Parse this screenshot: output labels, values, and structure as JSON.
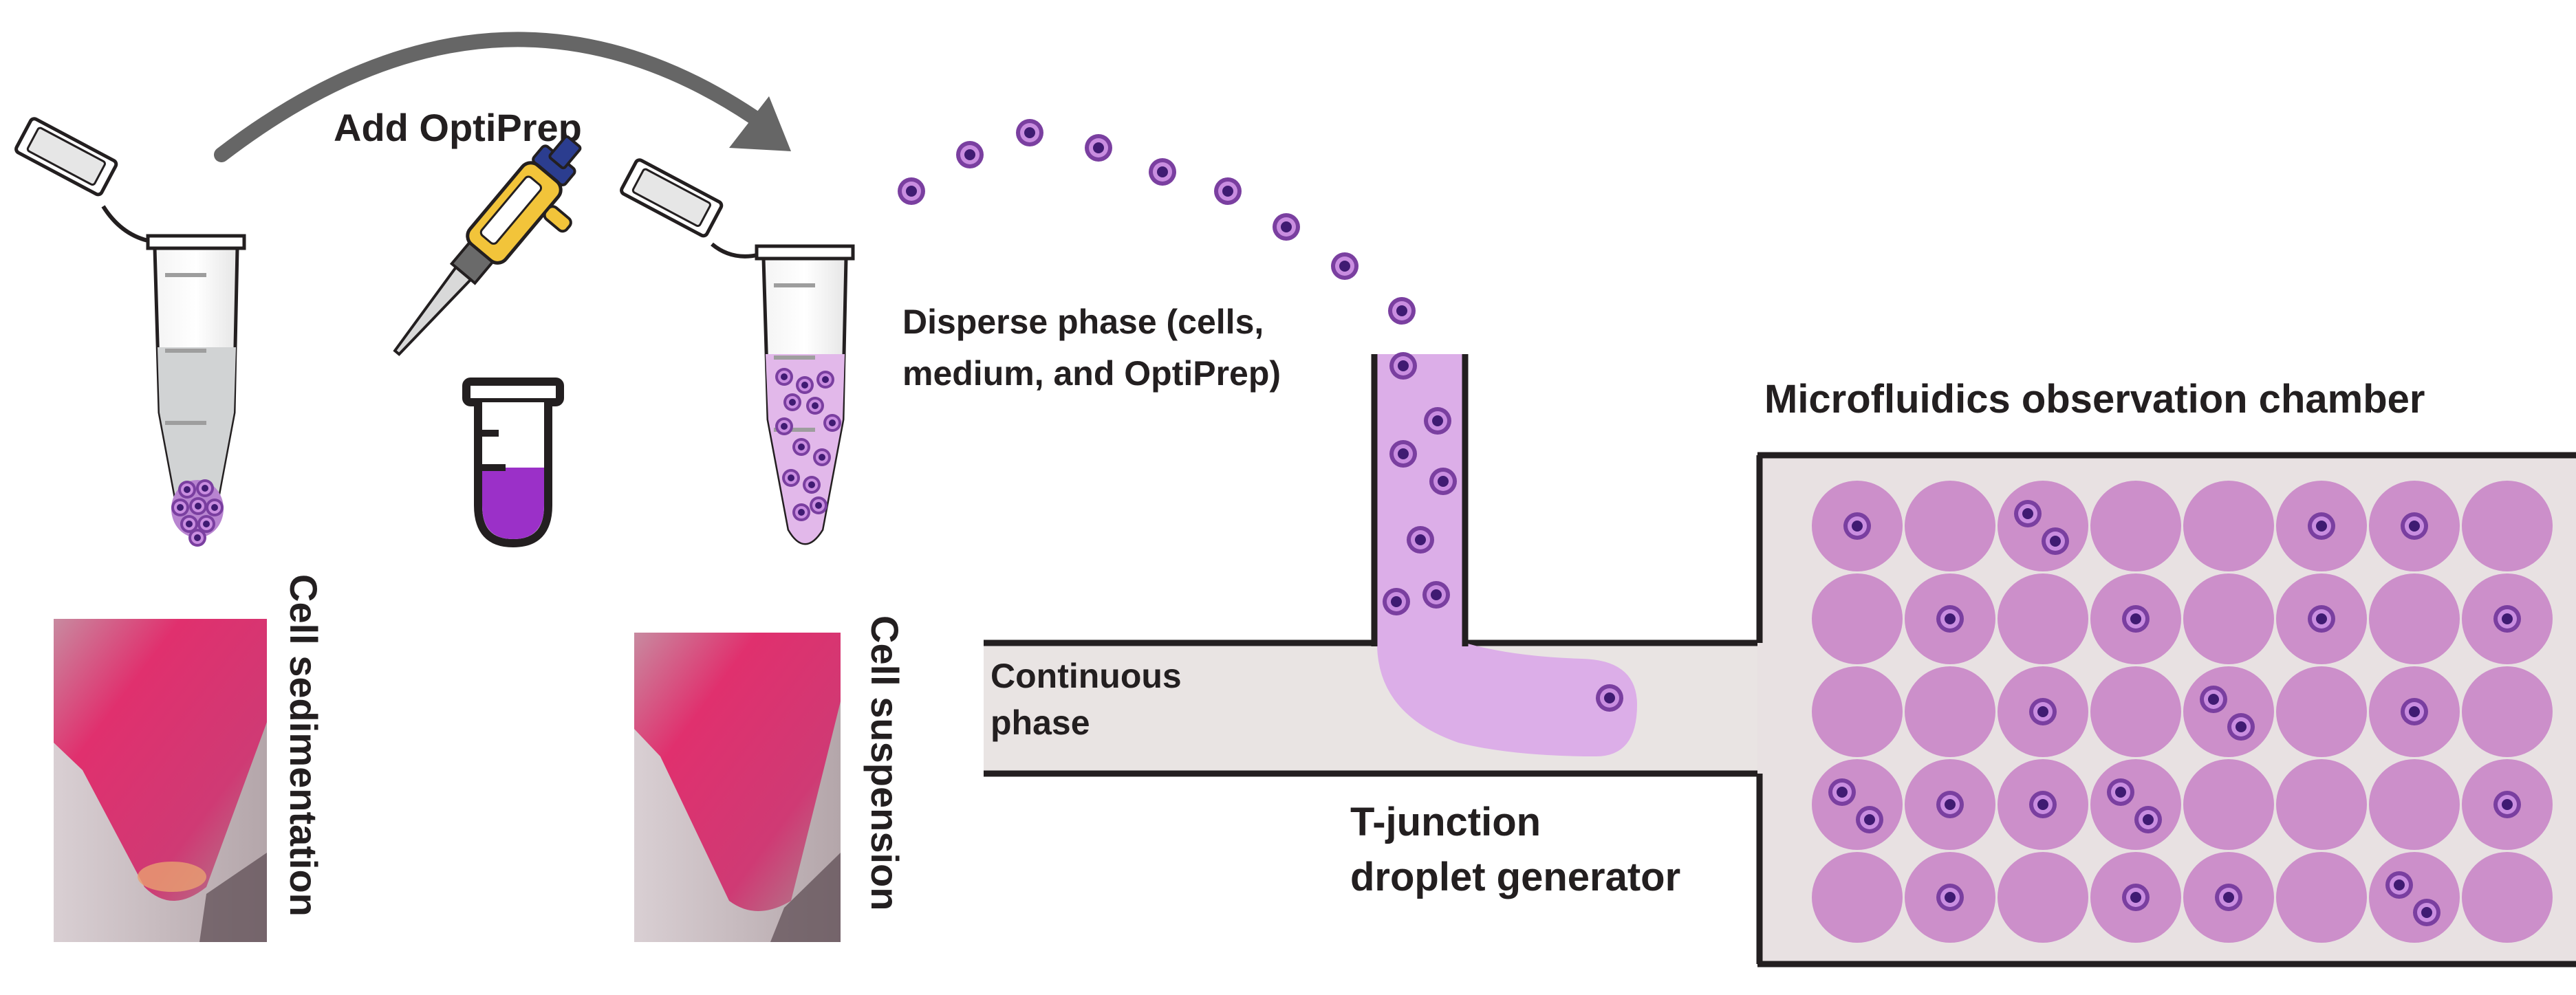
{
  "labels": {
    "add_reagent": "Add OptiPrep",
    "disperse_line1": "Disperse phase (cells,",
    "disperse_line2": "medium, and OptiPrep)",
    "chamber_title": "Microfluidics observation chamber",
    "continuous_line1": "Continuous",
    "continuous_line2": "phase",
    "tjunction_line1": "T-junction",
    "tjunction_line2": "droplet generator",
    "sedimentation": "Cell sedimentation",
    "suspension": "Cell suspension"
  },
  "colors": {
    "outline": "#231f20",
    "arrow_gray": "#666666",
    "cell_outer": "#7a3fa0",
    "cell_ring": "#c98de0",
    "cell_nucleus": "#3f1b72",
    "disperse_fluid": "#dcaee8",
    "channel_fill": "#e9e4e3",
    "droplet": "#cc8fca",
    "chamber_fill": "#e8e1e2",
    "tube_fluid_gray": "#d1d3d4",
    "tube_fluid_purple": "#e2b8ea",
    "sediment": "#b884d0",
    "vial_liquid": "#9b30c8",
    "photo_pink": "#e0306e"
  },
  "chamber": {
    "rows": 5,
    "cols": 8,
    "cells_per_droplet": [
      [
        1,
        0,
        2,
        0,
        0,
        1,
        1,
        0
      ],
      [
        0,
        1,
        0,
        1,
        0,
        1,
        0,
        1
      ],
      [
        0,
        0,
        1,
        0,
        2,
        0,
        1,
        0
      ],
      [
        2,
        1,
        1,
        2,
        0,
        0,
        0,
        1
      ],
      [
        0,
        1,
        0,
        1,
        1,
        0,
        2,
        0
      ]
    ]
  },
  "icons": [
    "pipette-icon",
    "vial-icon",
    "curved-arrow-icon"
  ]
}
